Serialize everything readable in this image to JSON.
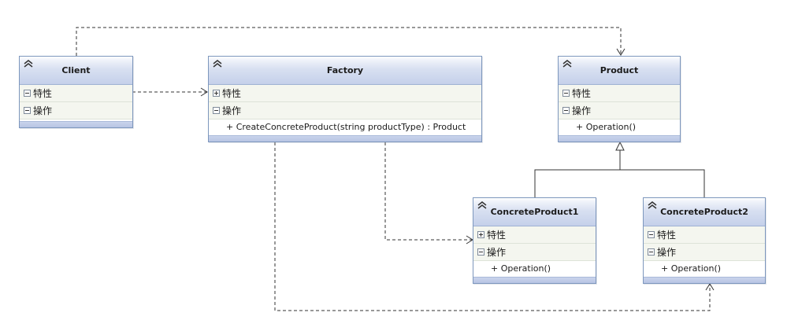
{
  "colors": {
    "connector": "#333333",
    "header_gradient_end": "#c5d0ea",
    "border": "#7d97bd",
    "section_bg": "#f4f6ef"
  },
  "classes": {
    "client": {
      "name": "Client",
      "attributes_label": "特性",
      "operations_label": "操作",
      "operations": []
    },
    "factory": {
      "name": "Factory",
      "attributes_label": "特性",
      "operations_label": "操作",
      "operations": [
        "+ CreateConcreteProduct(string productType) : Product"
      ]
    },
    "product": {
      "name": "Product",
      "attributes_label": "特性",
      "operations_label": "操作",
      "operations": [
        "+ Operation()"
      ]
    },
    "concrete_product1": {
      "name": "ConcreteProduct1",
      "attributes_label": "特性",
      "operations_label": "操作",
      "operations": [
        "+ Operation()"
      ]
    },
    "concrete_product2": {
      "name": "ConcreteProduct2",
      "attributes_label": "特性",
      "operations_label": "操作",
      "operations": [
        "+ Operation()"
      ]
    }
  },
  "icons": {
    "collapse": "double-chevron-up-icon",
    "section_expanded": "minus-box-icon",
    "section_collapsed": "plus-box-icon"
  }
}
